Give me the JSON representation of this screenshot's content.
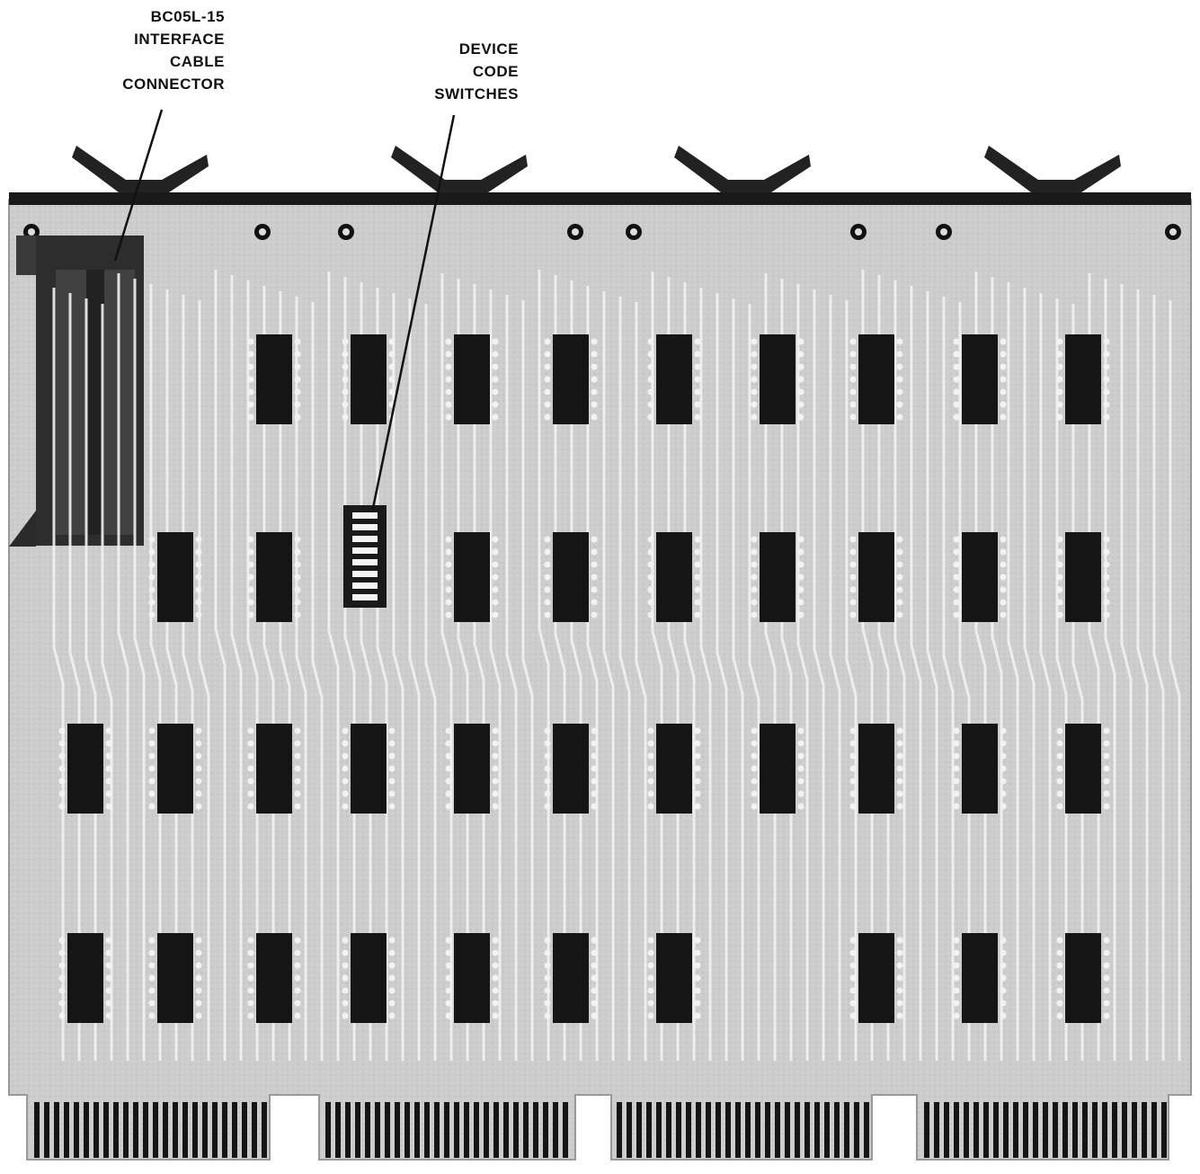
{
  "callouts": {
    "connector": [
      "BC05L-15",
      "INTERFACE",
      "CABLE",
      "CONNECTOR"
    ],
    "switches": [
      "DEVICE",
      "CODE",
      "SWITCHES"
    ]
  },
  "colors": {
    "board": "#cfcfcf",
    "chip": "#151515",
    "trace": "#f1f1f1",
    "handle": "#2a2a2a"
  }
}
